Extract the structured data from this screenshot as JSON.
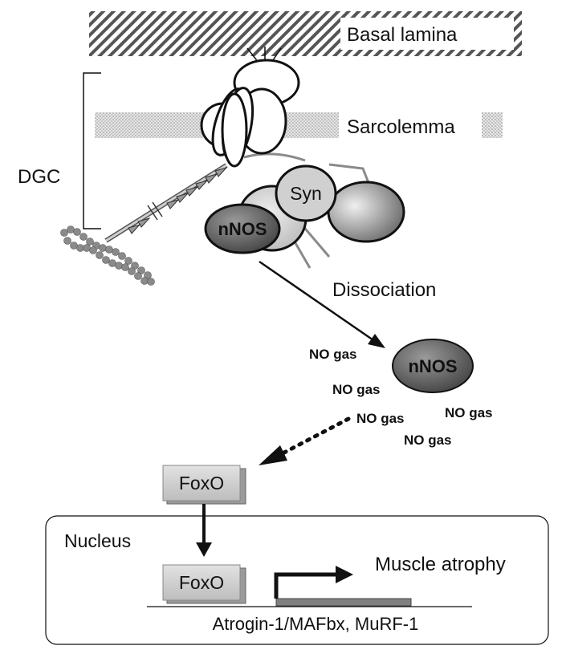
{
  "labels": {
    "basal_lamina": "Basal lamina",
    "sarcolemma": "Sarcolemma",
    "dgc": "DGC",
    "syn": "Syn",
    "nnos_bound": "nNOS",
    "dissociation": "Dissociation",
    "nnos_free": "nNOS",
    "no_gas": [
      "NO gas",
      "NO gas",
      "NO gas",
      "NO gas",
      "NO gas"
    ],
    "foxo_cytoplasm": "FoxO",
    "nucleus": "Nucleus",
    "foxo_nucleus": "FoxO",
    "muscle_atrophy": "Muscle atrophy",
    "target_genes": "Atrogin-1/MAFbx, MuRF-1"
  },
  "colors": {
    "nnos_fill": "#6b6b6b",
    "syn_fill": "#d0d0d0",
    "foxo_fill": "#cfcfcf",
    "promoter_bar": "#808080",
    "hatch": "#555555"
  }
}
